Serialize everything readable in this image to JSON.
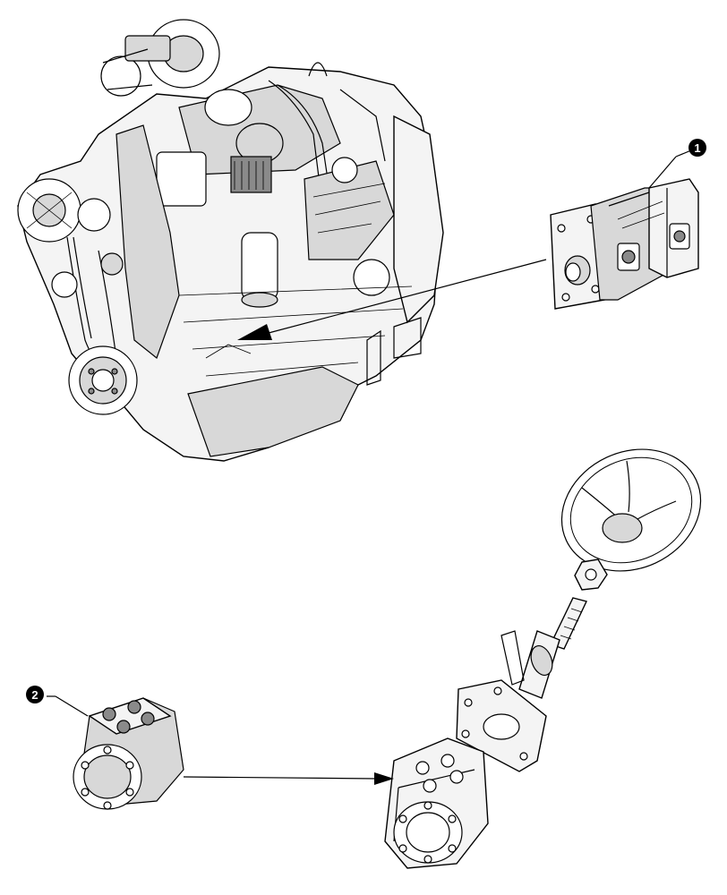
{
  "callouts": [
    {
      "label": "1",
      "part": "hydraulic-pump"
    },
    {
      "label": "2",
      "part": "steering-control-unit"
    }
  ],
  "colors": {
    "line": "#000000",
    "fill_light": "#f4f4f4",
    "fill_shade": "#d8d8d8",
    "fill_dark": "#8a8a8a",
    "callout_bg": "#000000"
  }
}
